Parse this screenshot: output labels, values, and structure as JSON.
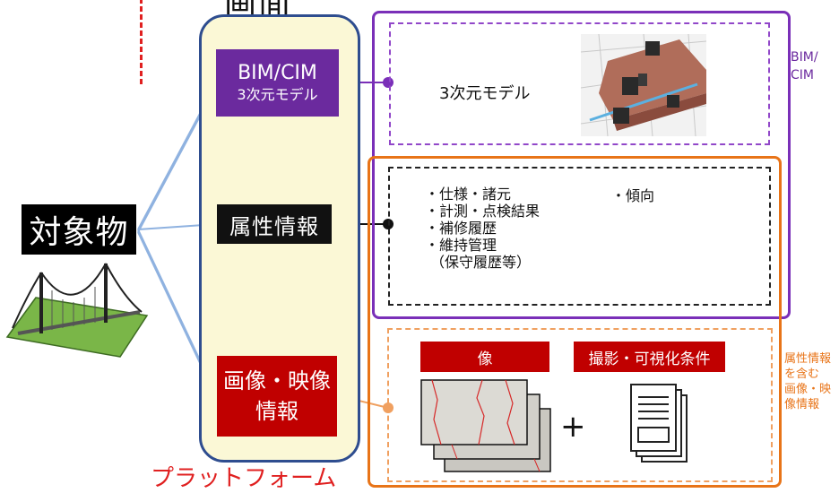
{
  "diagram": {
    "title_partial": "画面",
    "target_label": "対象物",
    "platform_label": "プラットフォーム",
    "nodes": {
      "bim_line1": "BIM/CIM",
      "bim_line2": "3次元モデル",
      "attribute": "属性情報",
      "image_line1": "画像・映像",
      "image_line2": "情報"
    },
    "model_panel": {
      "label": "3次元モデル"
    },
    "attribute_panel": {
      "items": [
        "・仕様・諸元",
        "・計測・点検結果",
        "・補修履歴",
        "・維持管理",
        "（保守履歴等）"
      ],
      "trend": "・傾向"
    },
    "image_panel": {
      "image_header": "像",
      "condition_header": "撮影・可視化条件",
      "plus": "+"
    },
    "side_labels": {
      "bim": [
        "BIM/",
        "CIM"
      ],
      "image": [
        "属性情報",
        "を含む",
        "画像・映",
        "像情報"
      ]
    },
    "colors": {
      "purple": "#6b2a9e",
      "orange": "#e87418",
      "red": "#c00000",
      "navy": "#2e4d8f",
      "platform_fill": "#fbf8d6",
      "plane_green": "#7ab648"
    }
  }
}
